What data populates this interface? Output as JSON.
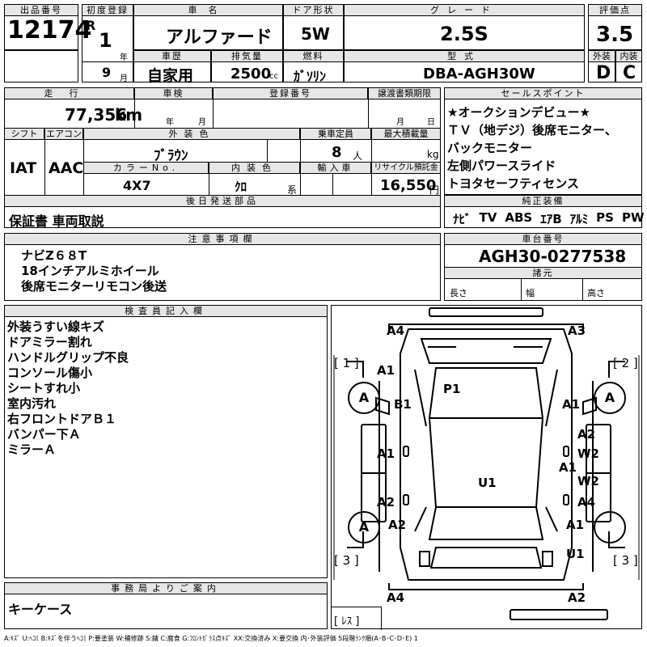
{
  "header": {
    "lot_label": "出品番号",
    "lot_number": "12174",
    "first_reg_label": "初度登録",
    "era": "R",
    "year_value": "1",
    "year_unit": "年",
    "month_value": "9",
    "month_unit": "月",
    "car_name_label": "車名",
    "car_name": "アルファード",
    "door_label": "ドア形状",
    "door": "5W",
    "grade_label": "グレード",
    "grade": "2.5S",
    "score_label": "評価点",
    "score": "3.5",
    "history_label": "車歴",
    "history": "自家用",
    "displacement_label": "排気量",
    "displacement": "2500",
    "displacement_unit": "cc",
    "fuel_label": "燃料",
    "fuel": "ｶﾞｿﾘﾝ",
    "model_label": "型式",
    "model": "DBA-AGH30W",
    "exterior_label": "外装",
    "exterior": "D",
    "interior_label": "内装",
    "interior": "C"
  },
  "row2": {
    "mileage_label": "走行",
    "mileage": "77,356",
    "mileage_unit": "km",
    "inspection_label": "車検",
    "insp_year_unit": "年",
    "insp_month_unit": "月",
    "reg_label": "登録番号",
    "transfer_label": "譲渡書類期限",
    "transfer_month_unit": "月",
    "transfer_day_unit": "日",
    "shift_label": "シフト",
    "shift": "IAT",
    "ac_label": "エアコン",
    "ac": "AAC",
    "color_label": "外装色",
    "color": "ﾌﾞﾗｳﾝ",
    "seats_label": "乗車定員",
    "seats": "8",
    "seats_unit": "人",
    "load_label": "最大積載量",
    "load_unit": "kg",
    "color_no_label": "カラーNo.",
    "color_no": "4X7",
    "int_color_label": "内装色",
    "int_color": "ｸﾛ",
    "int_color_unit": "系",
    "import_label": "輸入車",
    "recycle_label": "リサイクル預託金",
    "recycle": "16,550",
    "recycle_unit": "円",
    "later_label": "後日発送部品",
    "later": "保証書 車両取説"
  },
  "sales": {
    "label": "セールスポイント",
    "lines": [
      "★オークションデビュー★",
      "ＴＶ（地デジ）後席モニター、",
      "バックモニター",
      "左側パワースライド",
      "トヨタセーフティセンス"
    ]
  },
  "equipment": {
    "label": "純正装備",
    "items": [
      "ﾅﾋﾞ",
      "TV",
      "ABS",
      "ｴｱB",
      "ｱﾙﾐ",
      "PS",
      "PW"
    ]
  },
  "notes": {
    "label": "注意事項欄",
    "lines": [
      "ナビZ６８T",
      "18インチアルミホイール",
      "後席モニターリモコン後送"
    ]
  },
  "chassis": {
    "label": "車台番号",
    "value": "AGH30-0277538",
    "specs_label": "諸元",
    "length_label": "長さ",
    "width_label": "幅",
    "height_label": "高さ"
  },
  "inspector": {
    "label": "検査員記入欄",
    "lines": [
      "外装うすい線キズ",
      "ドアミラー割れ",
      "ハンドルグリップ不良",
      "コンソール傷小",
      "シートすれ小",
      "室内汚れ",
      "右フロントドアＢ１",
      "バンパー下Ａ",
      "ミラーＡ"
    ]
  },
  "office": {
    "label": "事務局よりご案内",
    "text": "キーケース"
  },
  "diagram": {
    "tire_labels": [
      "[ 1 ]",
      "[ 2 ]",
      "[ 3 ]",
      "[ 3 ]"
    ],
    "spare_label": "[ ﾚｽ ]",
    "tire_grade": "A",
    "marks": [
      "A4",
      "A3",
      "A1",
      "P1",
      "B1",
      "A1",
      "A2",
      "W2",
      "A1",
      "A1",
      "W2",
      "U1",
      "A2",
      "A4",
      "A2",
      "A1",
      "U1",
      "A4",
      "A2"
    ]
  },
  "legend": "A:ｷｽﾞ U:ﾍｺﾐ B:ｷｽﾞを伴うﾍｺﾐ P:要塗装 W:補修跡 S:錆 C:腐食 G:ﾌﾛﾝﾄｶﾞﾗｽ点ｷｽﾞ XX:交換済み X:要交換 内･外装評価 5段階ﾗﾝｸ順(A･B･C･D･E) 1"
}
